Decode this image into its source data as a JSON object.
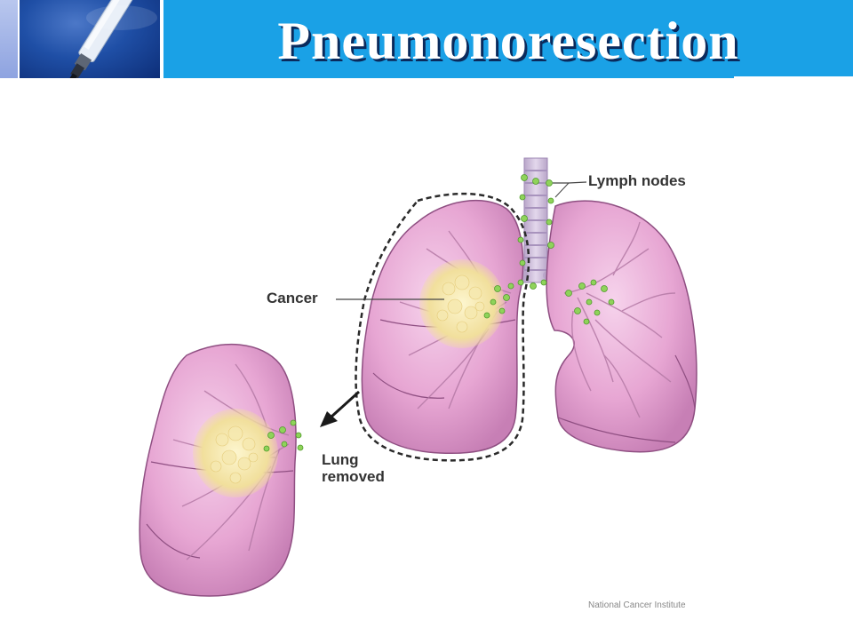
{
  "slide": {
    "title": "Pneumonoresection"
  },
  "diagram": {
    "labels": {
      "lymph_nodes": "Lymph nodes",
      "cancer": "Cancer",
      "lung_removed_line1": "Lung",
      "lung_removed_line2": "removed"
    },
    "credit": "National Cancer Institute"
  },
  "colors": {
    "title_bar": "#1aa1e6",
    "lung_fill": "#e9a9d6",
    "tumor": "#f3e3a6",
    "lymph_node": "#8fd35a"
  }
}
